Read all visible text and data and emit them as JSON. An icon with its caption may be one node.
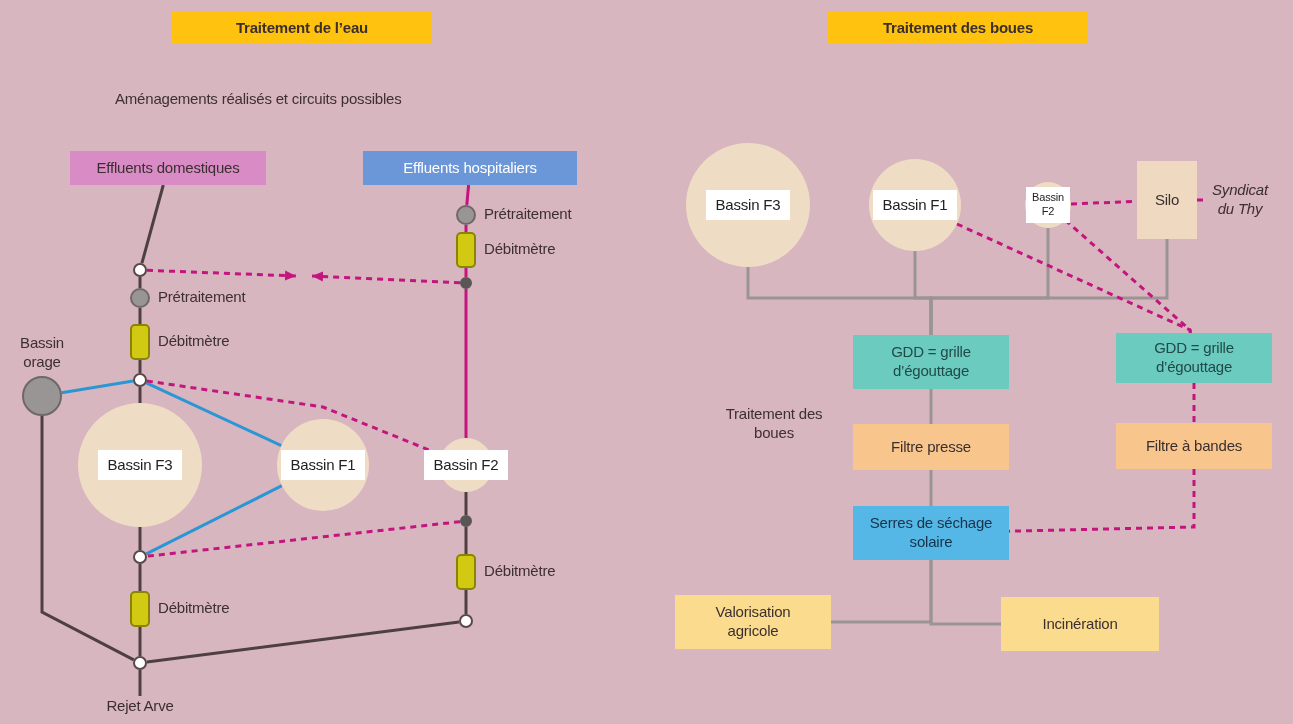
{
  "diagram": {
    "nodes": [
      {
        "text": [
          "Traitement de l’eau"
        ]
      },
      {
        "text": [
          "Traitement des boues"
        ]
      },
      {
        "text": [
          "Effluents domestiques"
        ]
      },
      {
        "text": [
          "Effluents hospitaliers"
        ]
      },
      {
        "text": [],
        "shape": "circle"
      },
      {
        "text": [],
        "shape": "circle",
        "beside": [
          "Prétraitement"
        ]
      },
      {
        "text": [],
        "shape": "bar",
        "beside": [
          "Débitmètre"
        ]
      },
      {
        "text": [],
        "shape": "circle"
      },
      {
        "text": [
          "Bassin orage"
        ]
      },
      {
        "text": [
          "Bassin F3"
        ]
      },
      {
        "text": [
          "Bassin F1"
        ]
      },
      {
        "text": [
          "Bassin F2"
        ]
      },
      {
        "text": [],
        "shape": "circle",
        "beside": [
          "Prétraitement"
        ]
      },
      {
        "text": [],
        "shape": "bar",
        "beside": [
          "Débitmètre"
        ]
      },
      {
        "text": [],
        "shape": "circle"
      },
      {
        "text": [],
        "shape": "circle"
      },
      {
        "text": [],
        "shape": "bar",
        "beside": [
          "Débitmètre"
        ]
      },
      {
        "text": [],
        "shape": "circle"
      },
      {
        "text": [],
        "shape": "circle"
      },
      {
        "text": [],
        "shape": "bar",
        "beside": [
          "Débitmètre"
        ]
      },
      {
        "text": [],
        "shape": "circle"
      },
      {
        "text": [
          "Rejet Arve"
        ]
      },
      {
        "text": [
          "Bassin F3"
        ]
      },
      {
        "text": [
          "Bassin F1"
        ]
      },
      {
        "text": [
          "Bassin F2"
        ]
      },
      {
        "text": [
          "Silo"
        ]
      },
      {
        "text": [
          "Syndicat du Thy"
        ]
      },
      {
        "text": [
          "GDD = grille d’égouttage"
        ]
      },
      {
        "text": [
          "GDD = grille d’égouttage"
        ]
      },
      {
        "text": [
          "Filtre presse"
        ]
      },
      {
        "text": [
          "Filtre à bandes"
        ]
      },
      {
        "text": [
          "Serres de séchage solaire"
        ]
      },
      {
        "text": [
          "Valorisation agricole"
        ]
      },
      {
        "text": [
          "Incinération"
        ]
      }
    ],
    "edges": [
      {
        "from": 2,
        "to": 4,
        "arrow": "none"
      },
      {
        "from": 4,
        "to": 5,
        "arrow": "none"
      },
      {
        "from": 5,
        "to": 6,
        "arrow": "none"
      },
      {
        "from": 6,
        "to": 7,
        "arrow": "none"
      },
      {
        "from": 7,
        "to": 9,
        "arrow": "none"
      },
      {
        "from": 9,
        "to": 18,
        "arrow": "none"
      },
      {
        "from": 18,
        "to": 19,
        "arrow": "none"
      },
      {
        "from": 19,
        "to": 20,
        "arrow": "none"
      },
      {
        "from": 20,
        "to": 21,
        "arrow": "none"
      },
      {
        "from": 8,
        "to": 7,
        "arrow": "none",
        "color": "#2b96d4"
      },
      {
        "from": 7,
        "to": 10,
        "arrow": "none",
        "color": "#2b96d4"
      },
      {
        "from": 10,
        "to": 18,
        "arrow": "none",
        "color": "#2b96d4"
      },
      {
        "from": 8,
        "to": 20,
        "arrow": "none"
      },
      {
        "from": 17,
        "to": 20,
        "arrow": "none"
      },
      {
        "from": 3,
        "to": 12,
        "arrow": "none",
        "color": "#c4157f"
      },
      {
        "from": 12,
        "to": 13,
        "arrow": "none",
        "color": "#c4157f"
      },
      {
        "from": 13,
        "to": 14,
        "arrow": "none",
        "color": "#c4157f"
      },
      {
        "from": 14,
        "to": 11,
        "arrow": "none",
        "color": "#c4157f"
      },
      {
        "from": 11,
        "to": 15,
        "arrow": "none"
      },
      {
        "from": 15,
        "to": 16,
        "arrow": "none"
      },
      {
        "from": 16,
        "to": 17,
        "arrow": "none"
      },
      {
        "from": 4,
        "to": null,
        "arrow": "to",
        "style": "dashed",
        "color": "#c4157f"
      },
      {
        "from": 14,
        "to": null,
        "arrow": "to",
        "style": "dashed",
        "color": "#c4157f"
      },
      {
        "from": 7,
        "to": 11,
        "arrow": "none",
        "style": "dashed",
        "color": "#c4157f"
      },
      {
        "from": 15,
        "to": 18,
        "arrow": "none",
        "style": "dashed",
        "color": "#c4157f"
      },
      {
        "from": 22,
        "to": 27,
        "arrow": "none",
        "color": "#9b9494"
      },
      {
        "from": 23,
        "to": 27,
        "arrow": "none",
        "color": "#9b9494"
      },
      {
        "from": 24,
        "to": 27,
        "arrow": "none",
        "color": "#9b9494"
      },
      {
        "from": 25,
        "to": 27,
        "arrow": "none",
        "color": "#9b9494"
      },
      {
        "from": 27,
        "to": 29,
        "arrow": "none",
        "color": "#9b9494"
      },
      {
        "from": 29,
        "to": 31,
        "arrow": "none",
        "color": "#9b9494"
      },
      {
        "from": 31,
        "to": 32,
        "arrow": "none",
        "color": "#9b9494"
      },
      {
        "from": 31,
        "to": 33,
        "arrow": "none",
        "color": "#9b9494"
      },
      {
        "from": 24,
        "to": 25,
        "arrow": "none",
        "style": "dashed",
        "color": "#c4157f"
      },
      {
        "from": 25,
        "to": 26,
        "arrow": "none",
        "style": "dashed",
        "color": "#c4157f"
      },
      {
        "from": 23,
        "to": 28,
        "arrow": "none",
        "style": "dashed",
        "color": "#c4157f"
      },
      {
        "from": 24,
        "to": 28,
        "arrow": "none",
        "style": "dashed",
        "color": "#c4157f"
      },
      {
        "from": 28,
        "to": 30,
        "arrow": "none",
        "style": "dashed",
        "color": "#c4157f"
      },
      {
        "from": 30,
        "to": 31,
        "arrow": "none",
        "style": "dashed",
        "color": "#c4157f"
      }
    ],
    "labels": [
      "Aménagements réalisés et circuits possibles",
      "Traitement des boues"
    ]
  }
}
